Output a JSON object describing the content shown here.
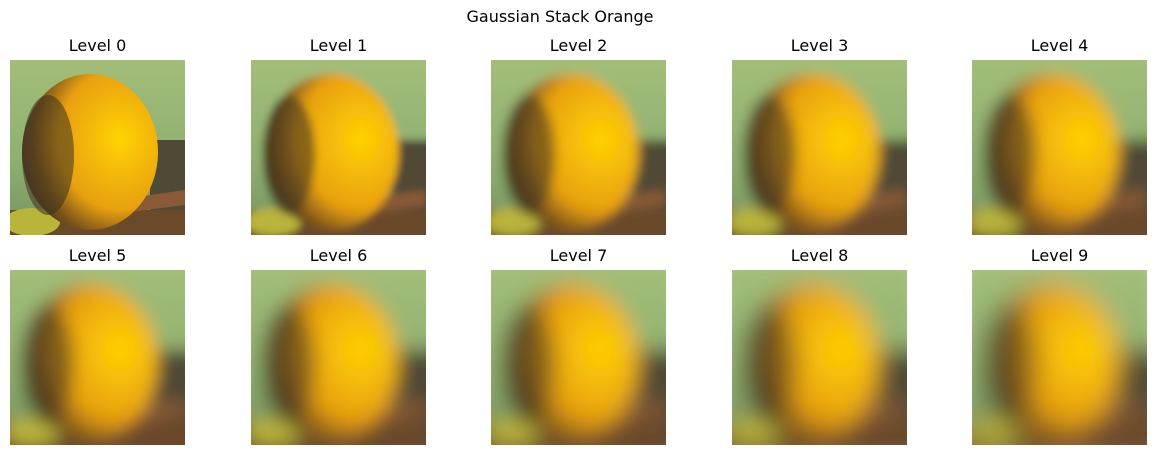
{
  "figure": {
    "title": "Gaussian Stack Orange"
  },
  "panels": [
    {
      "label": "Level 0",
      "blur": 0
    },
    {
      "label": "Level 1",
      "blur": 1
    },
    {
      "label": "Level 2",
      "blur": 2
    },
    {
      "label": "Level 3",
      "blur": 3
    },
    {
      "label": "Level 4",
      "blur": 4
    },
    {
      "label": "Level 5",
      "blur": 5
    },
    {
      "label": "Level 6",
      "blur": 6
    },
    {
      "label": "Level 7",
      "blur": 7
    },
    {
      "label": "Level 8",
      "blur": 8
    },
    {
      "label": "Level 9",
      "blur": 9
    }
  ],
  "colors": {
    "background_green": "#8fb070",
    "orange_bright": "#ffd400",
    "orange_mid": "#e8a010",
    "orange_shadow": "#4a3a20",
    "table_brown": "#6b4a2a"
  }
}
